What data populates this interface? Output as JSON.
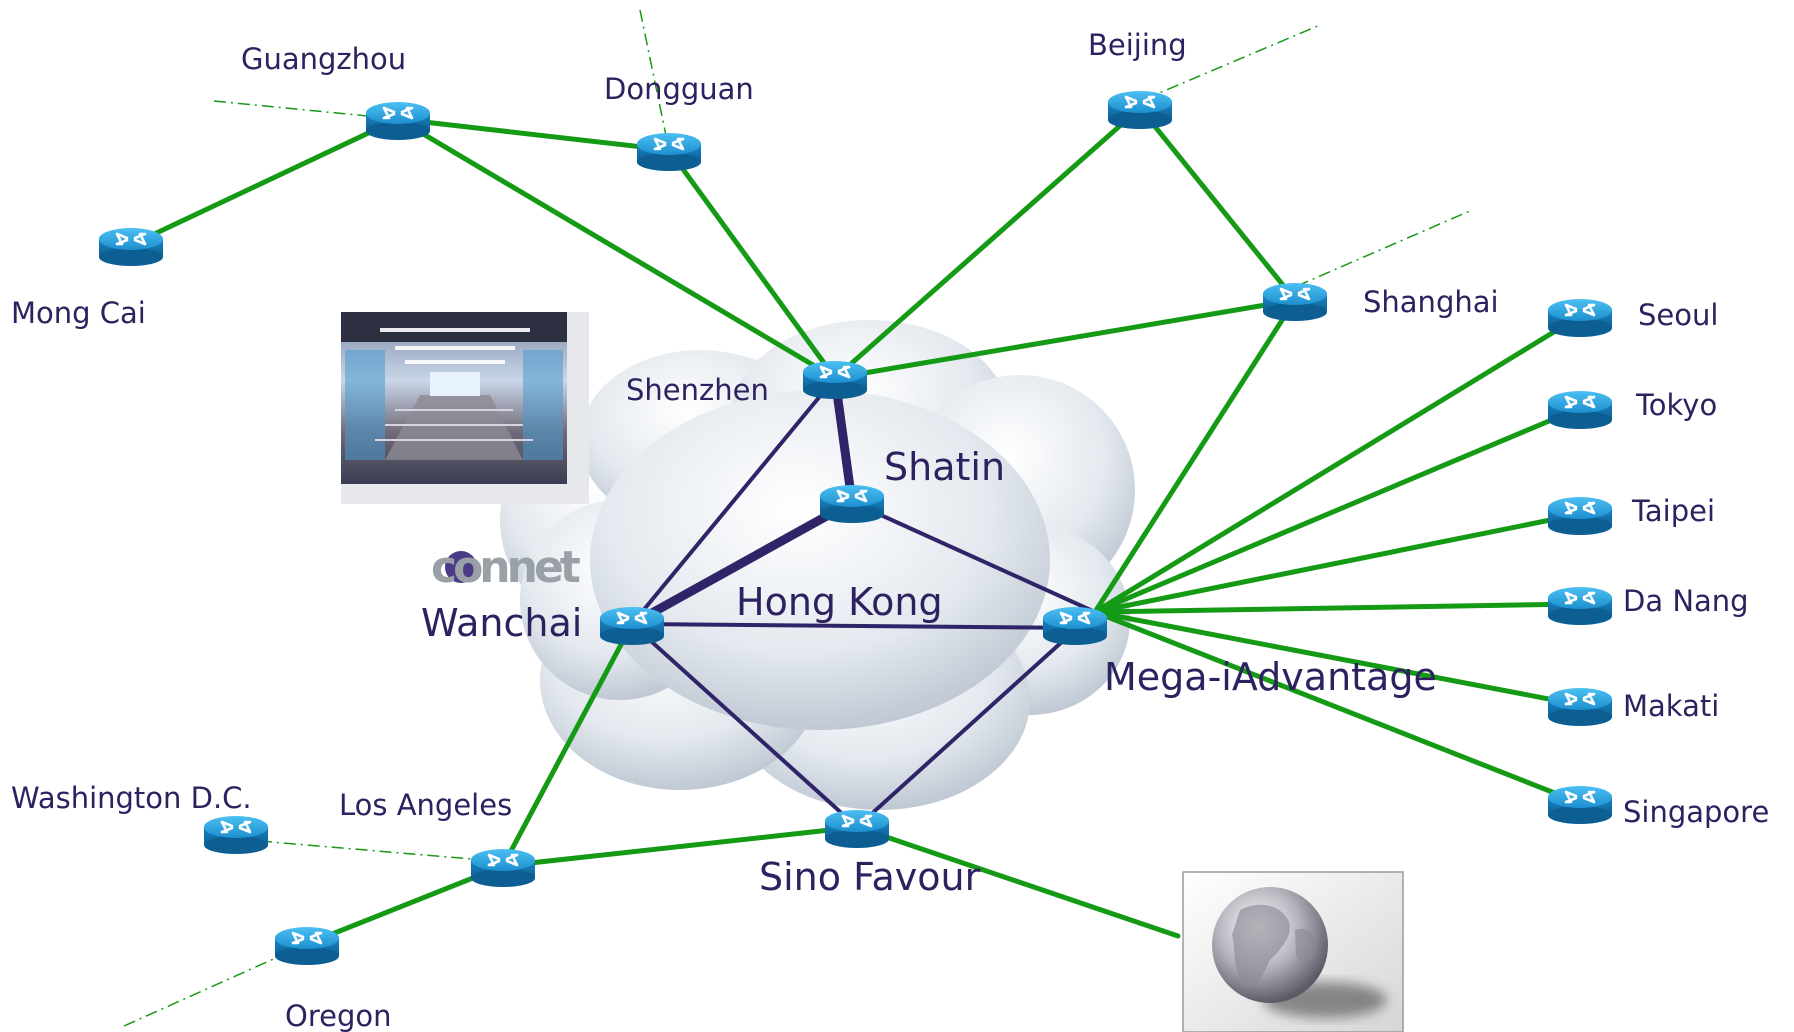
{
  "diagram": {
    "logo_text": "connet",
    "images": [
      "datacenter-photo",
      "globe-image"
    ],
    "colors": {
      "green_link": "#159a15",
      "purple_link": "#2f2468",
      "label": "#2d2260",
      "router_blue": "#1d8fd0"
    },
    "labels": {
      "guangzhou": "Guangzhou",
      "dongguan": "Dongguan",
      "beijing": "Beijing",
      "mongcai": "Mong Cai",
      "shanghai": "Shanghai",
      "seoul": "Seoul",
      "tokyo": "Tokyo",
      "taipei": "Taipei",
      "danang": "Da Nang",
      "makati": "Makati",
      "singapore": "Singapore",
      "shenzhen": "Shenzhen",
      "shatin": "Shatin",
      "hongkong": "Hong Kong",
      "wanchai": "Wanchai",
      "mega": "Mega-iAdvantage",
      "washington": "Washington D.C.",
      "losangeles": "Los Angeles",
      "sinofavour": "Sino Favour",
      "oregon": "Oregon"
    }
  }
}
